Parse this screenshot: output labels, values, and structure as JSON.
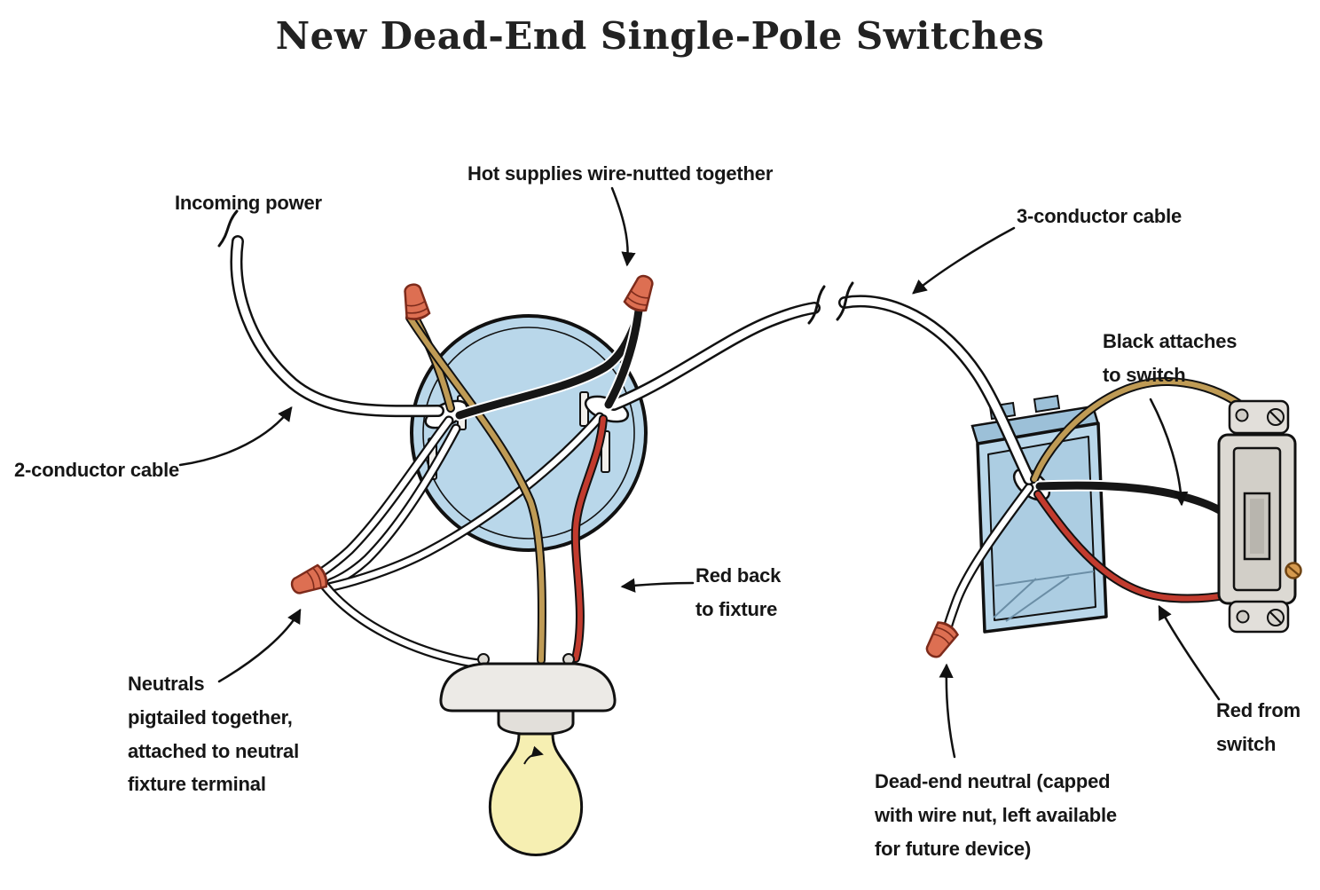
{
  "title": "New Dead-End Single-Pole Switches",
  "labels": {
    "incoming_power": "Incoming power",
    "hot_supplies": "Hot supplies wire-nutted together",
    "three_conductor": "3-conductor cable",
    "two_conductor": "2-conductor cable",
    "black_attaches": "Black attaches\nto switch",
    "red_back": "Red back\nto fixture",
    "neutrals": "Neutrals\npigtailed together,\nattached to neutral\nfixture terminal",
    "dead_end": "Dead-end neutral (capped\nwith wire nut, left available\nfor future device)",
    "red_from_switch": "Red from\nswitch"
  },
  "colors": {
    "box_blue": "#b9d7ea",
    "box_blue_dark": "#9cc0d8",
    "wire_nut_orange": "#dd6f52",
    "wire_tan": "#bf9b55",
    "wire_red": "#c23b2e",
    "bulb_yellow": "#f6efb2",
    "switch_gray": "#dcd9d3",
    "line_black": "#111111"
  }
}
